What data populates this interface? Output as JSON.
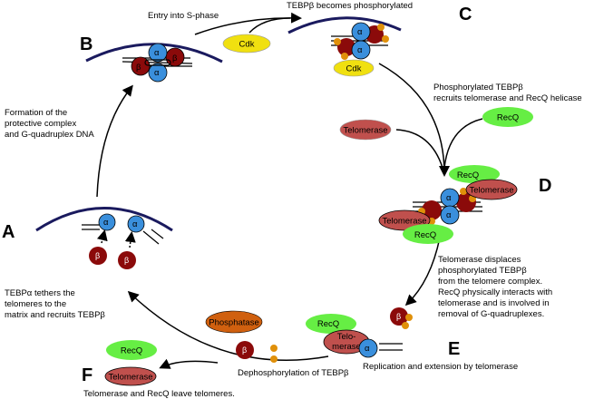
{
  "stages": {
    "A": "A",
    "B": "B",
    "C": "C",
    "D": "D",
    "E": "E",
    "F": "F"
  },
  "labels": {
    "entry_s_phase": "Entry into S-phase",
    "tebpb_phosphorylated": "TEBPβ becomes phosphorylated",
    "recruits": [
      "Phosphorylated TEBPβ",
      "recruits telomerase and RecQ helicase"
    ],
    "displaces": [
      "Telomerase displaces",
      "phosphorylated TEBPβ",
      "from the telomere complex.",
      "RecQ physically interacts with",
      "telomerase and is involved in",
      "removal of G-quadruplexes."
    ],
    "replication": "Replication and extension by telomerase",
    "dephosphorylation": "Dephosphorylation of TEBPβ",
    "leave": "Telomerase and RecQ leave telomeres.",
    "tethers": [
      "TEBPα tethers the",
      "telomeres to the",
      "matrix and recruits TEBPβ"
    ],
    "formation": [
      "Formation of the",
      "protective complex",
      "and G-quadruplex DNA"
    ]
  },
  "proteins": {
    "cdk": "Cdk",
    "telomerase": "Telomerase",
    "telomerase_split": [
      "Telo-",
      "merase"
    ],
    "recq": "RecQ",
    "phosphatase": "Phosphatase",
    "alpha": "α",
    "beta": "β"
  },
  "colors": {
    "membrane": "#1a1a5e",
    "alpha": "#3a8fdc",
    "beta": "#8b0a0a",
    "phosphate": "#e0900a",
    "cdk": "#f0e010",
    "telomerase": "#c0504d",
    "recq": "#66ee44",
    "phosphatase": "#d0600f"
  }
}
